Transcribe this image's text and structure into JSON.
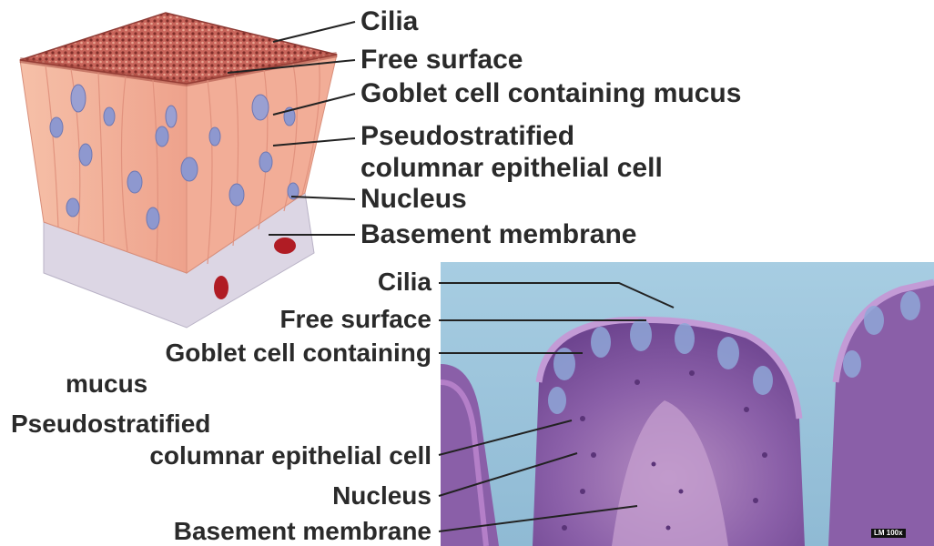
{
  "diagram_top": {
    "labels": {
      "cilia": "Cilia",
      "free_surface": "Free surface",
      "goblet": "Goblet cell containing mucus",
      "pseudo_line1": "Pseudostratified",
      "pseudo_line2": "columnar epithelial cell",
      "nucleus": "Nucleus",
      "basement": "Basement membrane"
    }
  },
  "micrograph": {
    "labels": {
      "cilia": "Cilia",
      "free_surface": "Free surface",
      "goblet_line1": "Goblet cell containing",
      "goblet_line2": "mucus",
      "pseudo_line1": "Pseudostratified",
      "pseudo_line2": "columnar epithelial cell",
      "nucleus": "Nucleus",
      "basement": "Basement membrane"
    },
    "credit": "LM 100x"
  },
  "colors": {
    "tissue_pink": "#f3b39b",
    "cilia_brown": "#b2544a",
    "nucleus_blue": "#8e98cf",
    "basement_gray": "#dcd6e4",
    "micro_background": "#9bc3da",
    "micro_tissue_purple": "#8a5fa8",
    "leader_line": "#222222",
    "label_text": "#2a2a2a"
  }
}
